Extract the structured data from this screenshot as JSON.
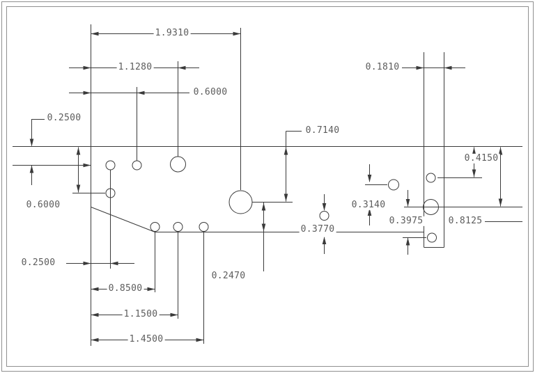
{
  "colors": {
    "background": "#ffffff",
    "line": "#3a3a3a",
    "dim_text": "#5c5c5c",
    "frame": "#8f8f8f"
  },
  "dimensions": {
    "top_total": "1.9310",
    "top_mid": "1.1280",
    "top_inner": "0.6000",
    "top_right": "0.1810",
    "left_upper": "0.2500",
    "center_vertical": "0.7140",
    "right_upper": "0.4150",
    "left_mid": "0.6000",
    "right_mid": "0.3140",
    "right_lower_inner": "0.3975",
    "right_lower_outer": "0.8125",
    "center_lower": "0.3770",
    "left_lower": "0.2500",
    "bottom_offset": "0.2470",
    "bottom_first": "0.8500",
    "bottom_second": "1.1500",
    "bottom_third": "1.4500"
  }
}
